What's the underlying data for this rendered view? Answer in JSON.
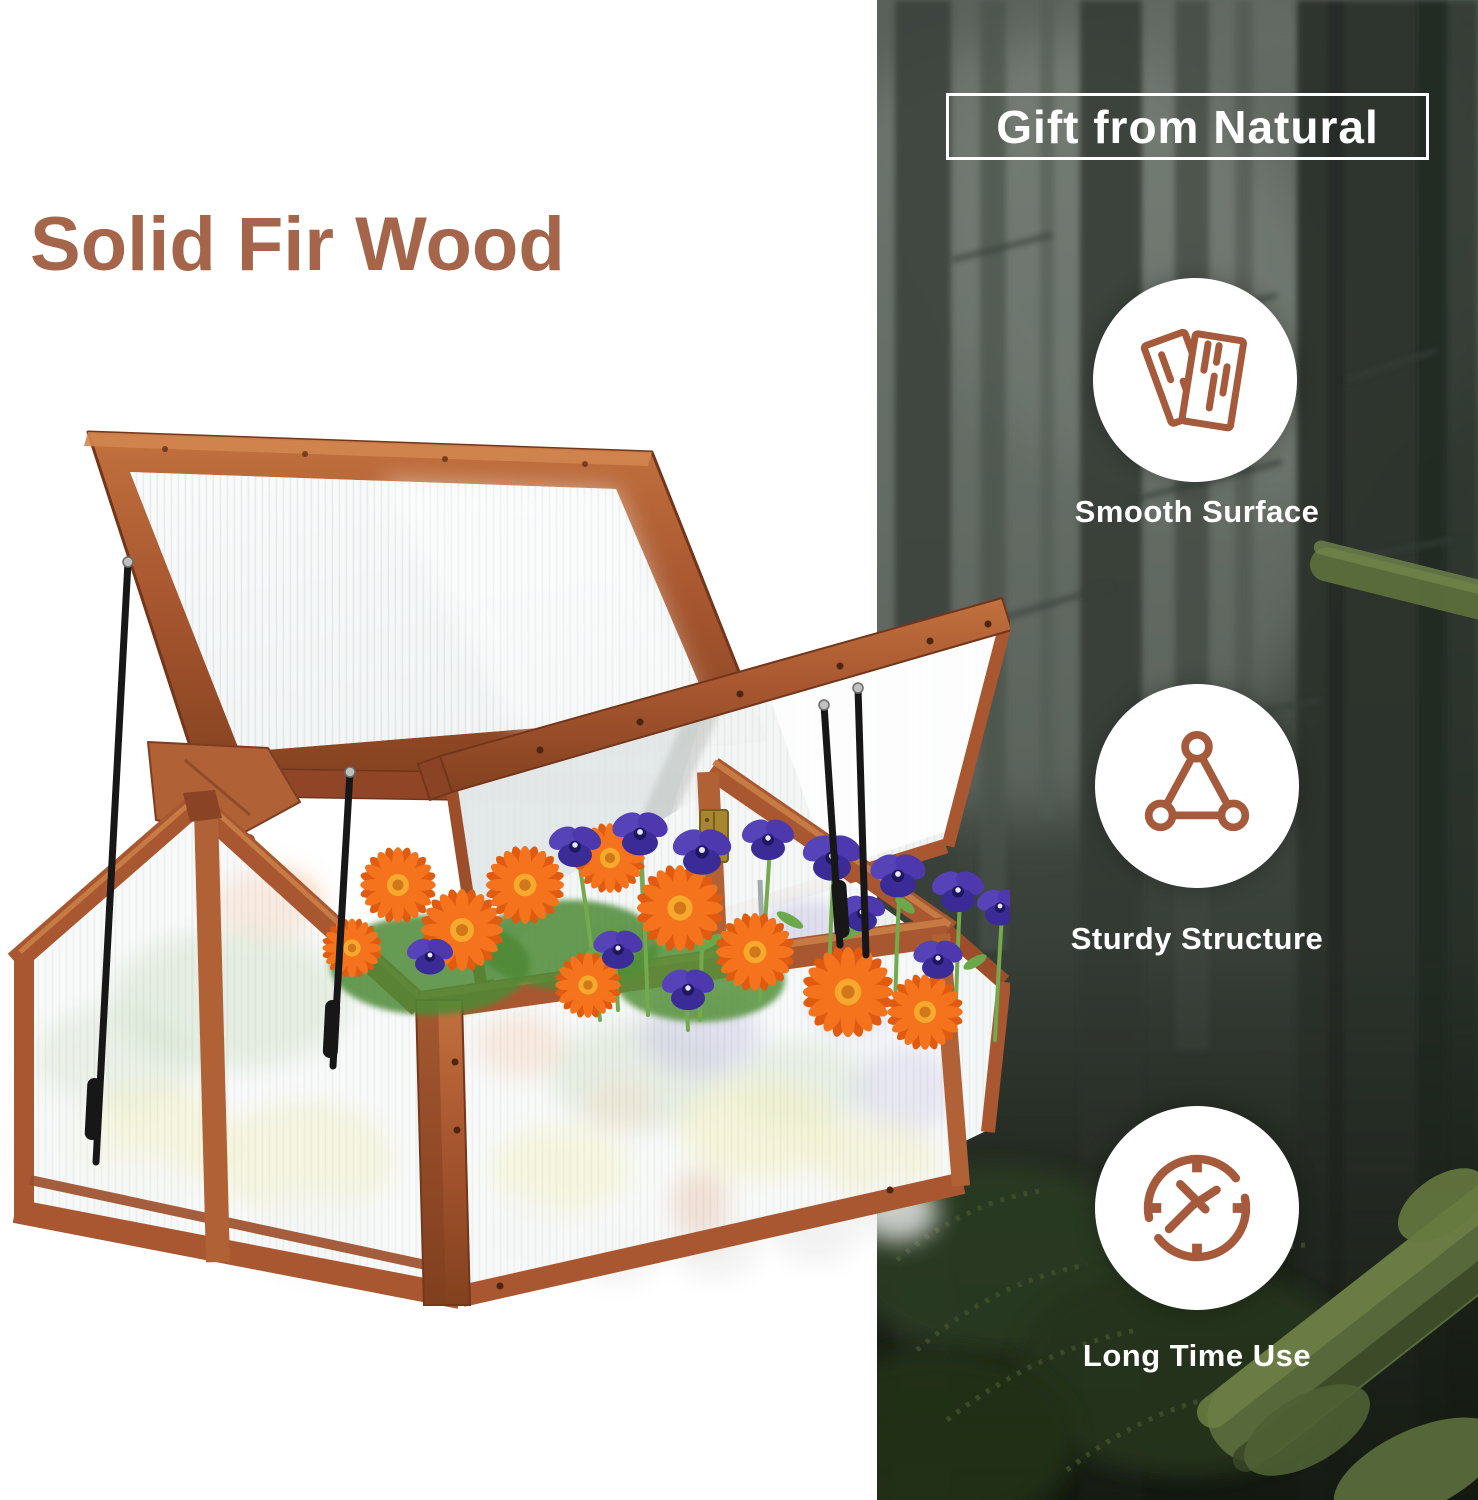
{
  "headline": {
    "text": "Solid Fir Wood",
    "color": "#a5654a"
  },
  "photo": {
    "subject": "wooden cold frame greenhouse with two opened clear polycarbonate lids, orange gerbera daisies and purple violas growing inside, potted yellow primroses visible behind frosted panels",
    "wood_color": "#a85730",
    "panel_color": "#f5f7f7"
  },
  "right_panel": {
    "background_theme": "dark foggy pine forest with mossy logs",
    "title": "Gift from Natural",
    "title_color": "#ffffff",
    "icon_color": "#a55a3c",
    "features": [
      {
        "icon": "wood-boards-icon",
        "label": "Smooth Surface"
      },
      {
        "icon": "triangle-nodes-icon",
        "label": "Sturdy Structure"
      },
      {
        "icon": "clock-dial-icon",
        "label": "Long Time Use"
      }
    ]
  }
}
